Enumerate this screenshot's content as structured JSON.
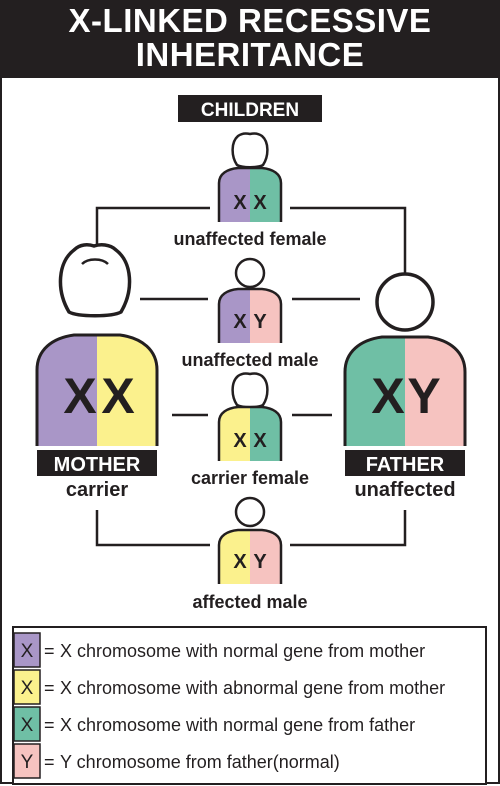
{
  "title": {
    "line1": "X-LINKED  RECESSIVE",
    "line2": "INHERITANCE"
  },
  "children_label": "CHILDREN",
  "colors": {
    "mother_normal_x": "#a996c7",
    "mother_abnormal_x": "#fbf18d",
    "father_normal_x": "#6fbfa5",
    "father_y": "#f6c3c0",
    "dark": "#231f20"
  },
  "parents": {
    "mother": {
      "genotype": [
        "X",
        "X"
      ],
      "label": "MOTHER",
      "status": "carrier"
    },
    "father": {
      "genotype": [
        "X",
        "Y"
      ],
      "label": "FATHER",
      "status": "unaffected"
    }
  },
  "children": [
    {
      "genotype": [
        "X",
        "X"
      ],
      "caption": "unaffected female"
    },
    {
      "genotype": [
        "X",
        "Y"
      ],
      "caption": "unaffected male"
    },
    {
      "genotype": [
        "X",
        "X"
      ],
      "caption": "carrier female"
    },
    {
      "genotype": [
        "X",
        "Y"
      ],
      "caption": "affected male"
    }
  ],
  "legend": [
    {
      "letter": "X",
      "equals": "=",
      "text": "X chromosome with normal gene from mother"
    },
    {
      "letter": "X",
      "equals": "=",
      "text": "X chromosome with abnormal gene from mother"
    },
    {
      "letter": "X",
      "equals": "=",
      "text": "X chromosome with normal gene from father"
    },
    {
      "letter": "Y",
      "equals": "=",
      "text": "Y chromosome from father(normal)"
    }
  ]
}
